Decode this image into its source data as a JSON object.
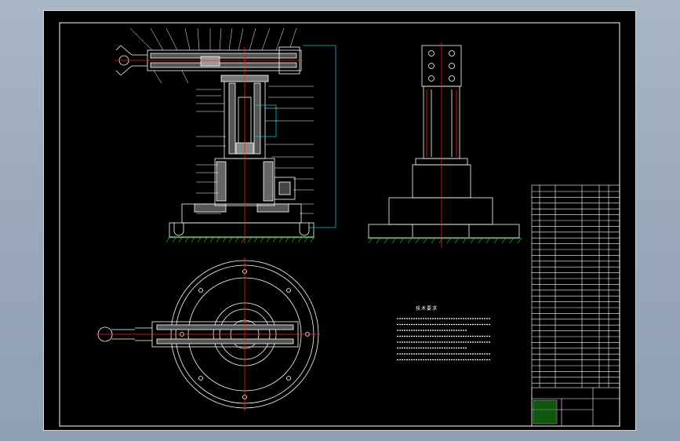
{
  "drawing": {
    "colors": {
      "background": "#000000",
      "frame": "#ffffff",
      "part_outline": "#ffffff",
      "center_line": "#ff2020",
      "leader_line": "#ffffff",
      "hatch": "#d0d0d0",
      "guide_line": "#00c8c8",
      "ground": "#1fa31f"
    },
    "views": [
      {
        "name": "front-section-view",
        "icon": "manipulator-arm-section"
      },
      {
        "name": "side-view",
        "icon": "column-elevation"
      },
      {
        "name": "top-view",
        "icon": "base-plan-circle"
      }
    ],
    "technical_requirements": {
      "title": "技术要求"
    }
  }
}
